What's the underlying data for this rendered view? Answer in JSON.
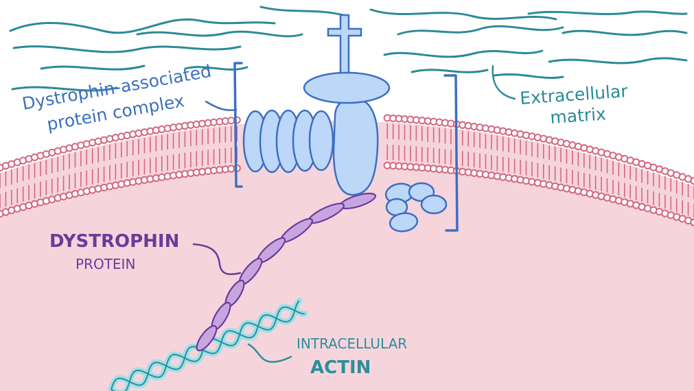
{
  "labels": {
    "dapc_line1": "Dystrophin-associated",
    "dapc_line2": "protein complex",
    "ecm_line1": "Extracellular",
    "ecm_line2": "matrix",
    "dystrophin_line1": "DYSTROPHIN",
    "dystrophin_line2": "PROTEIN",
    "actin_line1": "INTRACELLULAR",
    "actin_line2": "ACTIN"
  },
  "colors": {
    "background": "#ffffff",
    "cytoplasm": "#f6d4dc",
    "membrane": "#d4667e",
    "ecm_fiber": "#2c8a96",
    "protein_fill": "#bcd7f8",
    "protein_stroke": "#3d6fc0",
    "bracket": "#3d6fc0",
    "dystrophin_fill": "#c7a6df",
    "dystrophin_stroke": "#6c3a9a",
    "actin_fill": "#9fe0e6",
    "actin_stroke": "#2a8f9a",
    "dapc_text": "#3d6fc0",
    "ecm_text": "#2c8a96",
    "dystrophin_text": "#6c3a9a",
    "actin_text": "#2a8f9a"
  }
}
